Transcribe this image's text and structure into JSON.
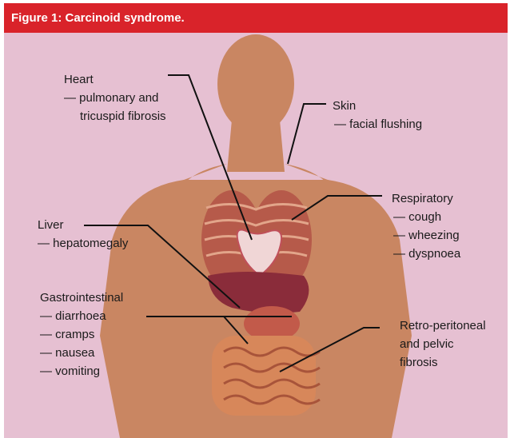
{
  "header": {
    "title": "Figure 1: Carcinoid syndrome."
  },
  "colors": {
    "header_bg": "#d9232a",
    "panel_bg": "#e6c0d2",
    "body": "#c98662",
    "leader": "#111111"
  },
  "labels": {
    "heart": {
      "title": "Heart",
      "items": [
        "— pulmonary and",
        "tricuspid fibrosis"
      ]
    },
    "skin": {
      "title": "Skin",
      "items": [
        "— facial flushing"
      ]
    },
    "resp": {
      "title": "Respiratory",
      "items": [
        "— cough",
        "— wheezing",
        "— dyspnoea"
      ]
    },
    "liver": {
      "title": "Liver",
      "items": [
        "— hepatomegaly"
      ]
    },
    "gi": {
      "title": "Gastrointestinal",
      "items": [
        "— diarrhoea",
        "— cramps",
        "— nausea",
        "— vomiting"
      ]
    },
    "retro": {
      "title": "Retro-peritoneal",
      "items": [
        "and pelvic",
        "fibrosis"
      ]
    }
  }
}
